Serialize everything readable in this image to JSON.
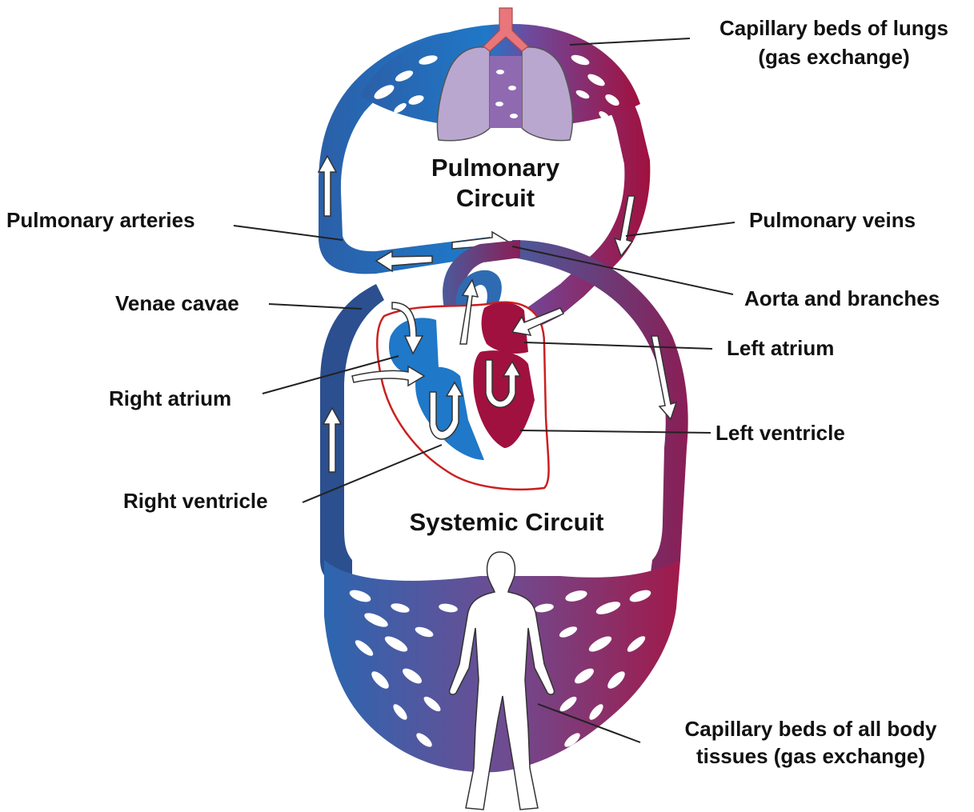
{
  "titles": {
    "pulmonary_line1": "Pulmonary",
    "pulmonary_line2": "Circuit",
    "systemic": "Systemic Circuit"
  },
  "labels": {
    "capillary_lungs_line1": "Capillary beds of lungs",
    "capillary_lungs_line2": "(gas exchange)",
    "pulmonary_arteries": "Pulmonary arteries",
    "pulmonary_veins": "Pulmonary veins",
    "venae_cavae": "Venae cavae",
    "aorta_branches": "Aorta and branches",
    "left_atrium": "Left atrium",
    "right_atrium": "Right atrium",
    "left_ventricle": "Left ventricle",
    "right_ventricle": "Right ventricle",
    "capillary_body_line1": "Capillary beds of all body",
    "capillary_body_line2": "tissues (gas exchange)"
  },
  "colors": {
    "deoxygenated": "#1f6fb8",
    "deoxygenated_dark": "#2b4f8f",
    "oxygenated": "#a0113f",
    "mixed": "#7a4a9a",
    "lungs": "#b9a7cf",
    "trachea": "#e8767a",
    "heart_outline": "#cc1f1f"
  }
}
